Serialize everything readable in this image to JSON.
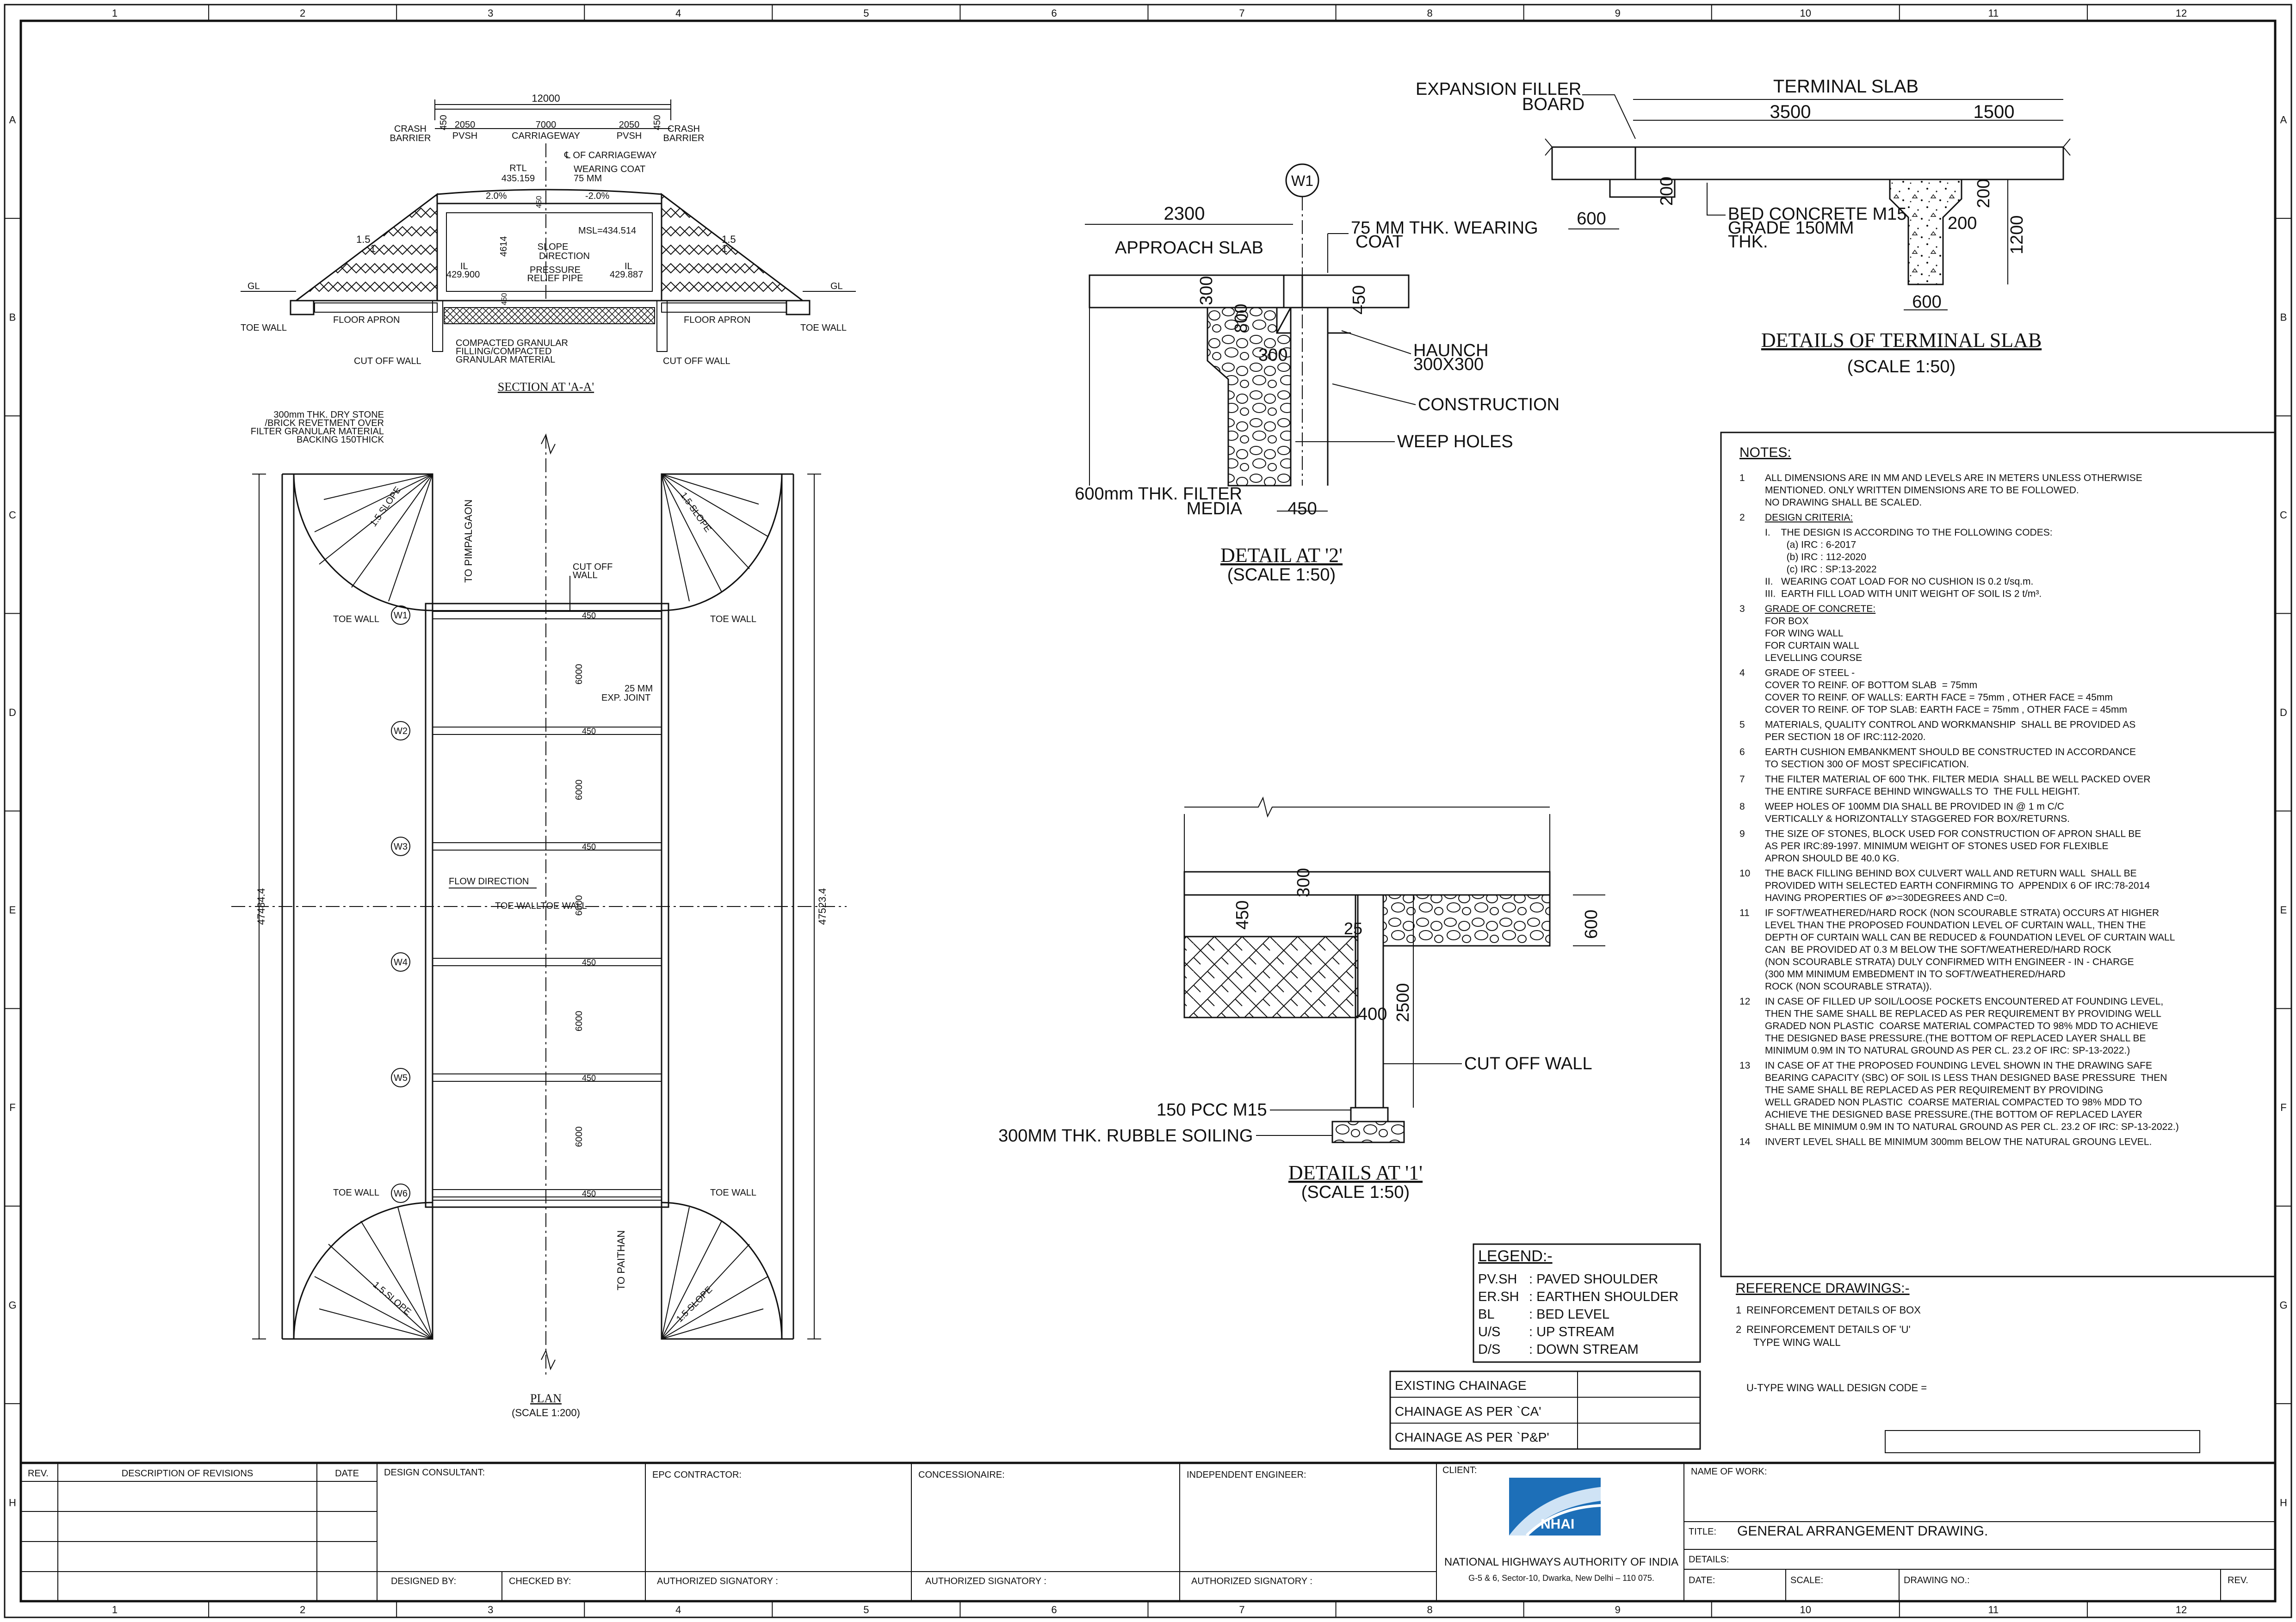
{
  "grid": {
    "columns": [
      "1",
      "2",
      "3",
      "4",
      "5",
      "6",
      "7",
      "8",
      "9",
      "10",
      "11",
      "12"
    ],
    "rows": [
      "A",
      "B",
      "C",
      "D",
      "E",
      "F",
      "G",
      "H"
    ]
  },
  "section_aa": {
    "title": "SECTION AT 'A-A'",
    "total_width": "12000",
    "dims": [
      "450",
      "2050",
      "7000",
      "2050",
      "450"
    ],
    "crash_barrier": [
      "CRASH",
      "BARRIER"
    ],
    "pvsh": "PVSH",
    "carriageway": "CARRIAGEWAY",
    "cl": "℄ OF CARRIAGEWAY",
    "rtl": "RTL",
    "rtl_val": "435.159",
    "wearing": "WEARING COAT",
    "wearing_val": "75 MM",
    "slope_l": "2.0%",
    "slope_r": "-2.0%",
    "msl": "MSL=434.514",
    "height": "4614",
    "top_thk": "450",
    "bot_thk": "450",
    "il": "IL",
    "il_l": "429.900",
    "il_r": "429.887",
    "slope_dir": [
      "SLOPE",
      "DIRECTION"
    ],
    "pressure": [
      "PRESSURE",
      "RELIEF PIPE"
    ],
    "ratio": "1.5",
    "one": "1",
    "gl": "GL",
    "toe_wall": "TOE WALL",
    "floor_apron": "FLOOR APRON",
    "cut_off_wall": "CUT OFF WALL",
    "granular": [
      "COMPACTED GRANULAR",
      "FILLING/COMPACTED",
      "GRANULAR MATERIAL"
    ]
  },
  "plan": {
    "title": "PLAN",
    "scale": "(SCALE 1:200)",
    "revetment": [
      "300mm THK. DRY STONE",
      "/BRICK REVETMENT OVER",
      "FILTER GRANULAR MATERIAL",
      "BACKING 150THICK"
    ],
    "slope": "1.5 SLOPE",
    "to_pimpalgaon": "TO PIMPALGAON",
    "to_paithan": "TO PAITHAN",
    "cut_off": [
      "CUT OFF",
      "WALL"
    ],
    "exp_joint": [
      "25 MM",
      "EXP. JOINT"
    ],
    "flow": "FLOW DIRECTION",
    "toe_wall": "TOE WALL",
    "toe_wall_pair": "TOE WALLTOE WALL",
    "panel_len": "6000",
    "wall_thk": "450",
    "walls": [
      "W1",
      "W2",
      "W3",
      "W4",
      "W5",
      "W6"
    ],
    "left_len": "47484.4",
    "right_len": "47523.4"
  },
  "detail2": {
    "marker": "W1",
    "dim_2300": "2300",
    "approach": "APPROACH SLAB",
    "wearing": [
      "75 MM THK. WEARING",
      "COAT"
    ],
    "d300a": "300",
    "d800": "800",
    "d450": "450",
    "d300b": "300",
    "haunch": [
      "HAUNCH",
      "300X300"
    ],
    "construction": "CONSTRUCTION",
    "weep": "WEEP HOLES",
    "filter": [
      "600mm THK. FILTER",
      "MEDIA"
    ],
    "d450b": "450",
    "title": "DETAIL AT '2'",
    "scale": "(SCALE 1:50)"
  },
  "terminal": {
    "expansion": [
      "EXPANSION FILLER",
      "BOARD"
    ],
    "title_top": "TERMINAL SLAB",
    "d3500": "3500",
    "d1500": "1500",
    "d200a": "200",
    "d600a": "600",
    "bed": [
      "BED CONCRETE M15",
      "GRADE 150MM",
      "THK."
    ],
    "d200b": "200",
    "d200c": "200",
    "d1200": "1200",
    "d600b": "600",
    "title": "DETAILS OF TERMINAL SLAB",
    "scale": "(SCALE 1:50)"
  },
  "detail1": {
    "d300": "300",
    "d450": "450",
    "d25": "25",
    "d600": "600",
    "d400": "400",
    "d2500": "2500",
    "cut_off": "CUT OFF WALL",
    "pcc": "150 PCC M15",
    "rubble": "300MM THK. RUBBLE SOILING",
    "title": "DETAILS AT '1'",
    "scale": "(SCALE 1:50)"
  },
  "notes": {
    "heading": "NOTES:",
    "items": [
      {
        "n": "1",
        "lines": [
          "ALL DIMENSIONS ARE IN MM AND LEVELS ARE IN METERS UNLESS OTHERWISE",
          "MENTIONED. ONLY WRITTEN DIMENSIONS ARE TO BE FOLLOWED.",
          "NO DRAWING SHALL BE SCALED."
        ]
      },
      {
        "n": "2",
        "lines": [
          "DESIGN CRITERIA:"
        ]
      },
      {
        "n": "",
        "lines": [
          "I.    THE DESIGN IS ACCORDING TO THE FOLLOWING CODES:",
          "        (a) IRC : 6-2017",
          "        (b) IRC : 112-2020",
          "        (c) IRC : SP:13-2022",
          "II.   WEARING COAT LOAD FOR NO CUSHION IS 0.2 t/sq.m.",
          "III.  EARTH FILL LOAD WITH UNIT WEIGHT OF SOIL IS 2 t/m³."
        ]
      },
      {
        "n": "3",
        "lines": [
          "GRADE OF CONCRETE:",
          "FOR BOX",
          "FOR WING WALL",
          "FOR CURTAIN WALL",
          "LEVELLING COURSE"
        ]
      },
      {
        "n": "4",
        "lines": [
          "GRADE OF STEEL -",
          "COVER TO REINF. OF BOTTOM SLAB  = 75mm",
          "COVER TO REINF. OF WALLS: EARTH FACE = 75mm , OTHER FACE = 45mm",
          "COVER TO REINF. OF TOP SLAB: EARTH FACE = 75mm , OTHER FACE = 45mm"
        ]
      },
      {
        "n": "5",
        "lines": [
          "MATERIALS, QUALITY CONTROL AND WORKMANSHIP  SHALL BE PROVIDED AS",
          "PER SECTION 18 OF IRC:112-2020."
        ]
      },
      {
        "n": "6",
        "lines": [
          "EARTH CUSHION EMBANKMENT SHOULD BE CONSTRUCTED IN ACCORDANCE",
          "TO SECTION 300 OF MOST SPECIFICATION."
        ]
      },
      {
        "n": "7",
        "lines": [
          "THE FILTER MATERIAL OF 600 THK. FILTER MEDIA  SHALL BE WELL PACKED OVER",
          "THE ENTIRE SURFACE BEHIND WINGWALLS TO  THE FULL HEIGHT."
        ]
      },
      {
        "n": "8",
        "lines": [
          "WEEP HOLES OF 100MM DIA SHALL BE PROVIDED IN @ 1 m C/C",
          "VERTICALLY & HORIZONTALLY STAGGERED FOR BOX/RETURNS."
        ]
      },
      {
        "n": "9",
        "lines": [
          "THE SIZE OF STONES, BLOCK USED FOR CONSTRUCTION OF APRON SHALL BE",
          "AS PER IRC:89-1997. MINIMUM WEIGHT OF STONES USED FOR FLEXIBLE",
          "APRON SHOULD BE 40.0 KG."
        ]
      },
      {
        "n": "10",
        "lines": [
          "THE BACK FILLING BEHIND BOX CULVERT WALL AND RETURN WALL  SHALL BE",
          "PROVIDED WITH SELECTED EARTH CONFIRMING TO  APPENDIX 6 OF IRC:78-2014",
          "HAVING PROPERTIES OF ø>=30DEGREES AND C=0."
        ]
      },
      {
        "n": "11",
        "lines": [
          "IF SOFT/WEATHERED/HARD ROCK (NON SCOURABLE STRATA) OCCURS AT HIGHER",
          "LEVEL THAN THE PROPOSED FOUNDATION LEVEL OF CURTAIN WALL, THEN THE",
          "DEPTH OF CURTAIN WALL CAN BE REDUCED & FOUNDATION LEVEL OF CURTAIN WALL",
          "CAN  BE PROVIDED AT 0.3 M BELOW THE SOFT/WEATHERED/HARD ROCK",
          "(NON SCOURABLE STRATA) DULY CONFIRMED WITH ENGINEER - IN - CHARGE",
          "(300 MM MINIMUM EMBEDMENT IN TO SOFT/WEATHERED/HARD",
          "ROCK (NON SCOURABLE STRATA))."
        ]
      },
      {
        "n": "12",
        "lines": [
          "IN CASE OF FILLED UP SOIL/LOOSE POCKETS ENCOUNTERED AT FOUNDING LEVEL,",
          "THEN THE SAME SHALL BE REPLACED AS PER REQUIREMENT BY PROVIDING WELL",
          "GRADED NON PLASTIC  COARSE MATERIAL COMPACTED TO 98% MDD TO ACHIEVE",
          "THE DESIGNED BASE PRESSURE.(THE BOTTOM OF REPLACED LAYER SHALL BE",
          "MINIMUM 0.9M IN TO NATURAL GROUND AS PER CL. 23.2 OF IRC: SP-13-2022.)"
        ]
      },
      {
        "n": "13",
        "lines": [
          "IN CASE OF AT THE PROPOSED FOUNDING LEVEL SHOWN IN THE DRAWING SAFE",
          "BEARING CAPACITY (SBC) OF SOIL IS LESS THAN DESIGNED BASE PRESSURE  THEN",
          "THE SAME SHALL BE REPLACED AS PER REQUIREMENT BY PROVIDING",
          "WELL GRADED NON PLASTIC  COARSE MATERIAL COMPACTED TO 98% MDD TO",
          "ACHIEVE THE DESIGNED BASE PRESSURE.(THE BOTTOM OF REPLACED LAYER",
          "SHALL BE MINIMUM 0.9M IN TO NATURAL GROUND AS PER CL. 23.2 OF IRC: SP-13-2022.)"
        ]
      },
      {
        "n": "14",
        "lines": [
          "INVERT LEVEL SHALL BE MINIMUM 300mm BELOW THE NATURAL GROUNG LEVEL."
        ]
      }
    ]
  },
  "reference": {
    "heading": "REFERENCE DRAWINGS:-",
    "items": [
      {
        "n": "1",
        "lines": [
          "REINFORCEMENT DETAILS OF BOX"
        ]
      },
      {
        "n": "2",
        "lines": [
          "REINFORCEMENT  DETAILS OF 'U'",
          "TYPE WING WALL"
        ]
      }
    ],
    "code": "U-TYPE WING WALL DESIGN CODE ="
  },
  "legend": {
    "heading": "LEGEND:-",
    "items": [
      {
        "k": "PV.SH",
        "v": ": PAVED SHOULDER"
      },
      {
        "k": "ER.SH",
        "v": ": EARTHEN SHOULDER"
      },
      {
        "k": "BL",
        "v": ": BED LEVEL"
      },
      {
        "k": "U/S",
        "v": ": UP STREAM"
      },
      {
        "k": "D/S",
        "v": ": DOWN STREAM"
      }
    ]
  },
  "chainage": [
    "EXISTING CHAINAGE",
    "CHAINAGE AS PER `CA'",
    "CHAINAGE AS PER `P&P'"
  ],
  "title_block": {
    "rev": "REV.",
    "description": "DESCRIPTION OF REVISIONS",
    "date": "DATE",
    "design_consultant": "DESIGN CONSULTANT:",
    "epc": "EPC CONTRACTOR:",
    "concessionaire": "CONCESSIONAIRE:",
    "independent": "INDEPENDENT ENGINEER:",
    "client": "CLIENT:",
    "logo_text": "NHAI",
    "nhai": "NATIONAL HIGHWAYS AUTHORITY OF INDIA",
    "address": "G-5 & 6, Sector-10, Dwarka, New Delhi – 110 075.",
    "designed_by": "DESIGNED BY:",
    "checked_by": "CHECKED BY:",
    "authorized": "AUTHORIZED SIGNATORY :",
    "name_of_work": "NAME OF WORK:",
    "title_label": "TITLE:",
    "title_value": "GENERAL ARRANGEMENT DRAWING.",
    "details": "DETAILS:",
    "date_label": "DATE:",
    "scale_label": "SCALE:",
    "drawing_no": "DRAWING NO.:",
    "rev_label": "REV."
  }
}
